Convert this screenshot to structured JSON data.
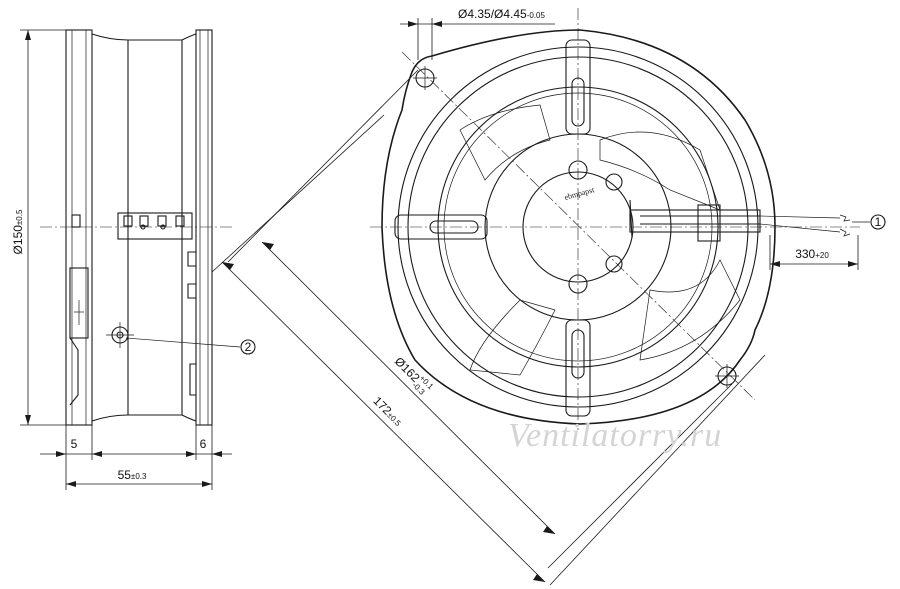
{
  "drawing": {
    "side_view": {
      "height_dim": {
        "label": "Ø150",
        "tolerance": "±0.5"
      },
      "flange_left_dim": "5",
      "flange_right_dim": "6",
      "width_dim": {
        "label": "55",
        "tolerance": "±0.3"
      },
      "callout_2": "2"
    },
    "front_view": {
      "hole_dim": {
        "label": "Ø4.35/Ø4.45",
        "tolerance": "-0.05"
      },
      "cable_dim": {
        "label": "330",
        "tolerance": "+20"
      },
      "mount_dim": {
        "label": "Ø162",
        "tolerance_upper": "+0.1",
        "tolerance_lower": "-0.3"
      },
      "overall_dim": {
        "label": "172",
        "tolerance": "±0.5"
      },
      "callout_1": "1",
      "logo_text": "ebmpapst"
    },
    "watermark": "Ventilatorry.ru"
  }
}
